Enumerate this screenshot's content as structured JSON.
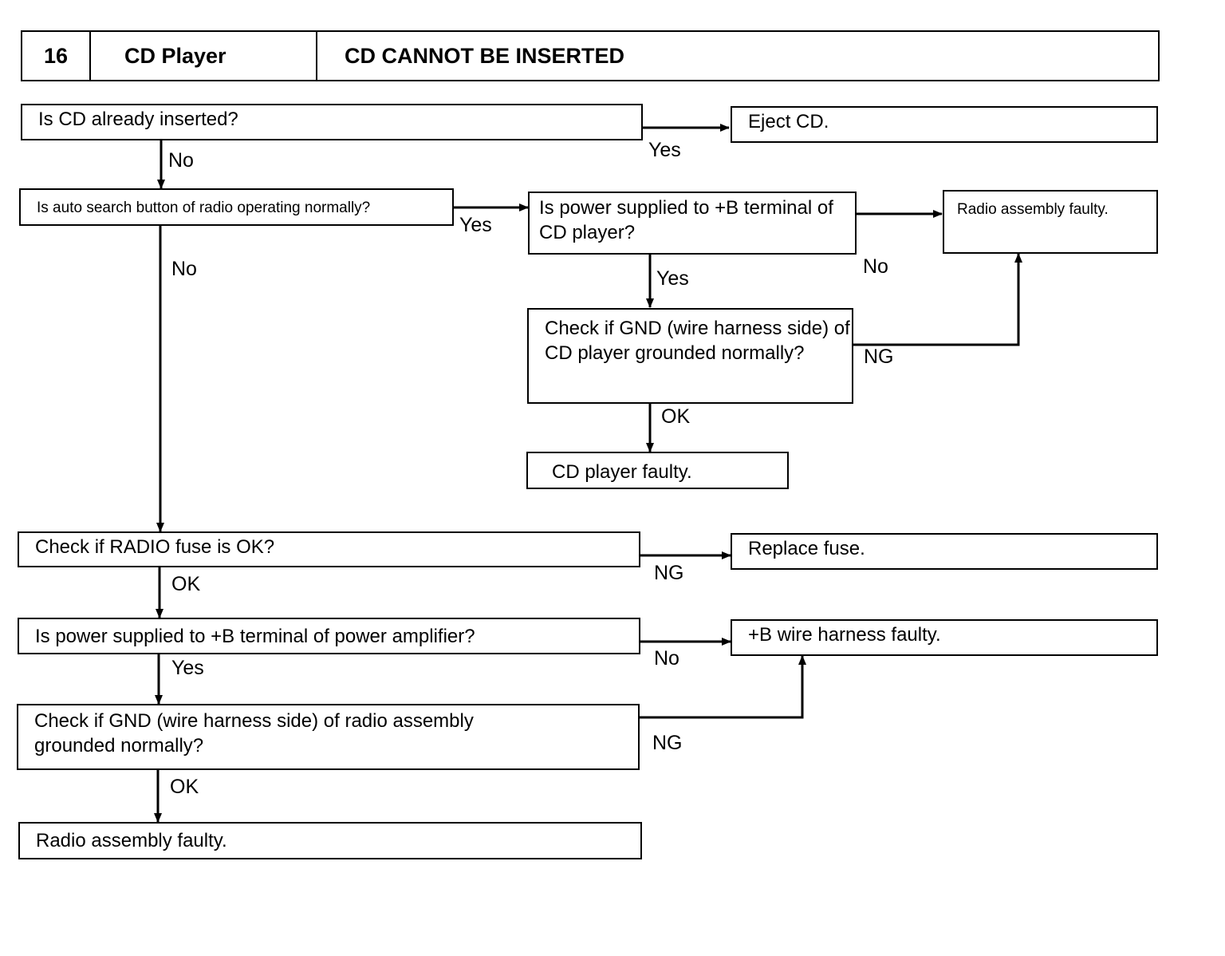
{
  "header": {
    "number": "16",
    "system": "CD Player",
    "title": "CD CANNOT BE INSERTED"
  },
  "boxes": {
    "q_cd_inserted": "Is CD already inserted?",
    "eject_cd": "Eject CD.",
    "q_auto_search": "Is auto search button of radio operating normally?",
    "q_power_cd": "Is power supplied to +B terminal of CD player?",
    "radio_faulty_top": "Radio assembly faulty.",
    "q_gnd_cd": "Check if GND (wire harness side) of CD player grounded normally?",
    "cd_player_faulty": "CD player faulty.",
    "q_radio_fuse": "Check if RADIO fuse is OK?",
    "replace_fuse": "Replace fuse.",
    "q_power_amp": "Is power supplied to +B terminal of power amplifier?",
    "b_wire_faulty": "+B wire harness faulty.",
    "q_gnd_radio": "Check if GND (wire harness side) of radio assembly grounded normally?",
    "radio_faulty_bottom": "Radio assembly faulty."
  },
  "labels": {
    "l1": "Yes",
    "l2": "No",
    "l3": "Yes",
    "l4": "No",
    "l5": "No",
    "l6": "Yes",
    "l7": "NG",
    "l8": "OK",
    "l9": "NG",
    "l10": "OK",
    "l11": "No",
    "l12": "Yes",
    "l13": "NG",
    "l14": "OK"
  }
}
